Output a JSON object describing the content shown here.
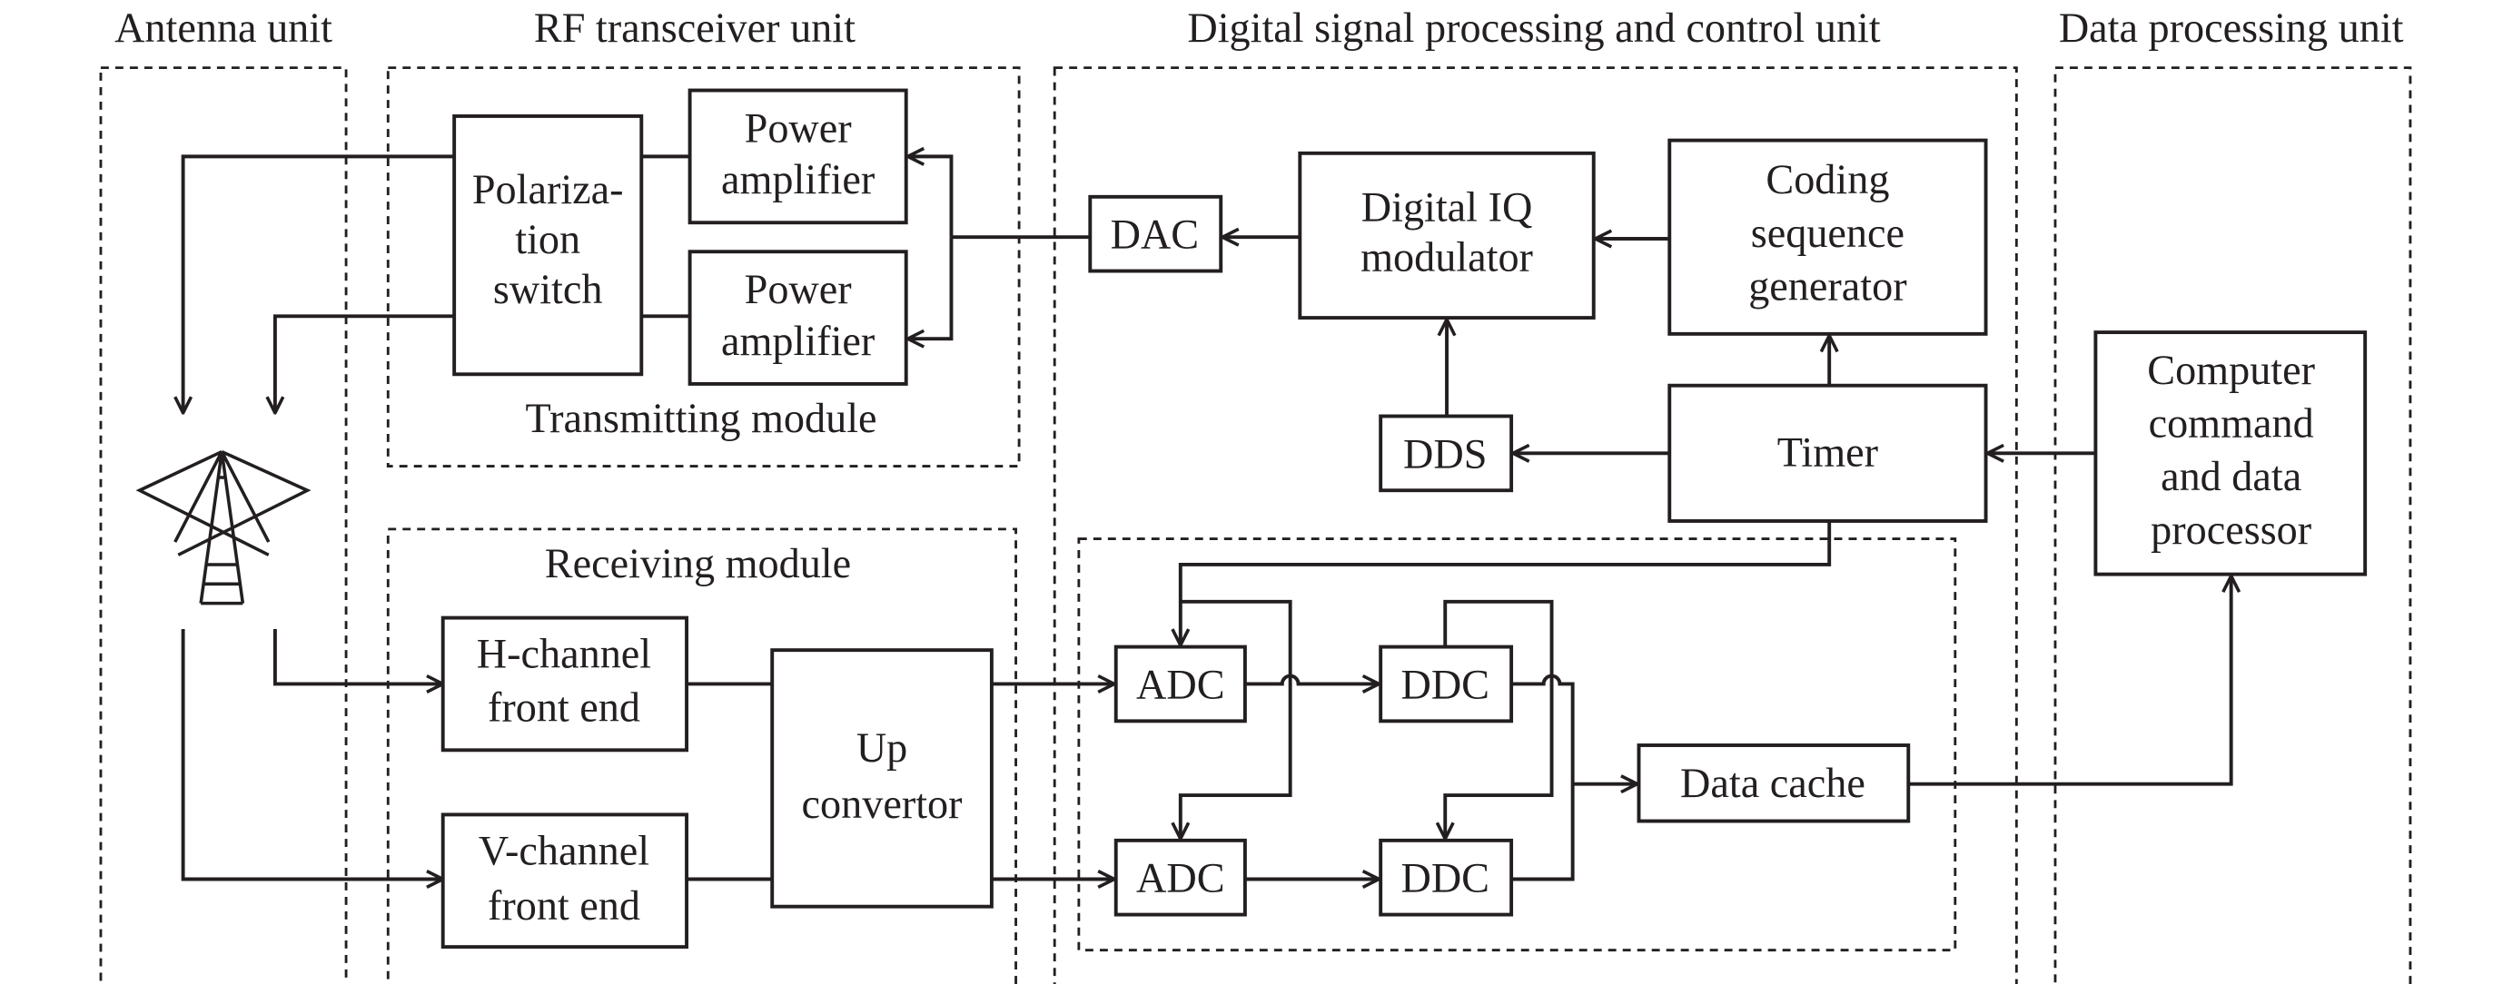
{
  "units": {
    "antenna": "Antenna unit",
    "rf": "RF transceiver unit",
    "dsp": "Digital signal processing and control unit",
    "data": "Data processing unit"
  },
  "modules": {
    "transmitting": "Transmitting module",
    "receiving": "Receiving module"
  },
  "blocks": {
    "polarization_switch": [
      "Polariza-",
      "tion",
      "switch"
    ],
    "power_amp_1": [
      "Power",
      "amplifier"
    ],
    "power_amp_2": [
      "Power",
      "amplifier"
    ],
    "dac": "DAC",
    "iq_mod": [
      "Digital IQ",
      "modulator"
    ],
    "coding": [
      "Coding",
      "sequence",
      "generator"
    ],
    "dds": "DDS",
    "timer": "Timer",
    "computer": [
      "Computer",
      "command",
      "and data",
      "processor"
    ],
    "h_front": [
      "H-channel",
      "front end"
    ],
    "v_front": [
      "V-channel",
      "front end"
    ],
    "up_conv": [
      "Up",
      "convertor"
    ],
    "adc_1": "ADC",
    "adc_2": "ADC",
    "ddc_1": "DDC",
    "ddc_2": "DDC",
    "data_cache": "Data cache"
  }
}
